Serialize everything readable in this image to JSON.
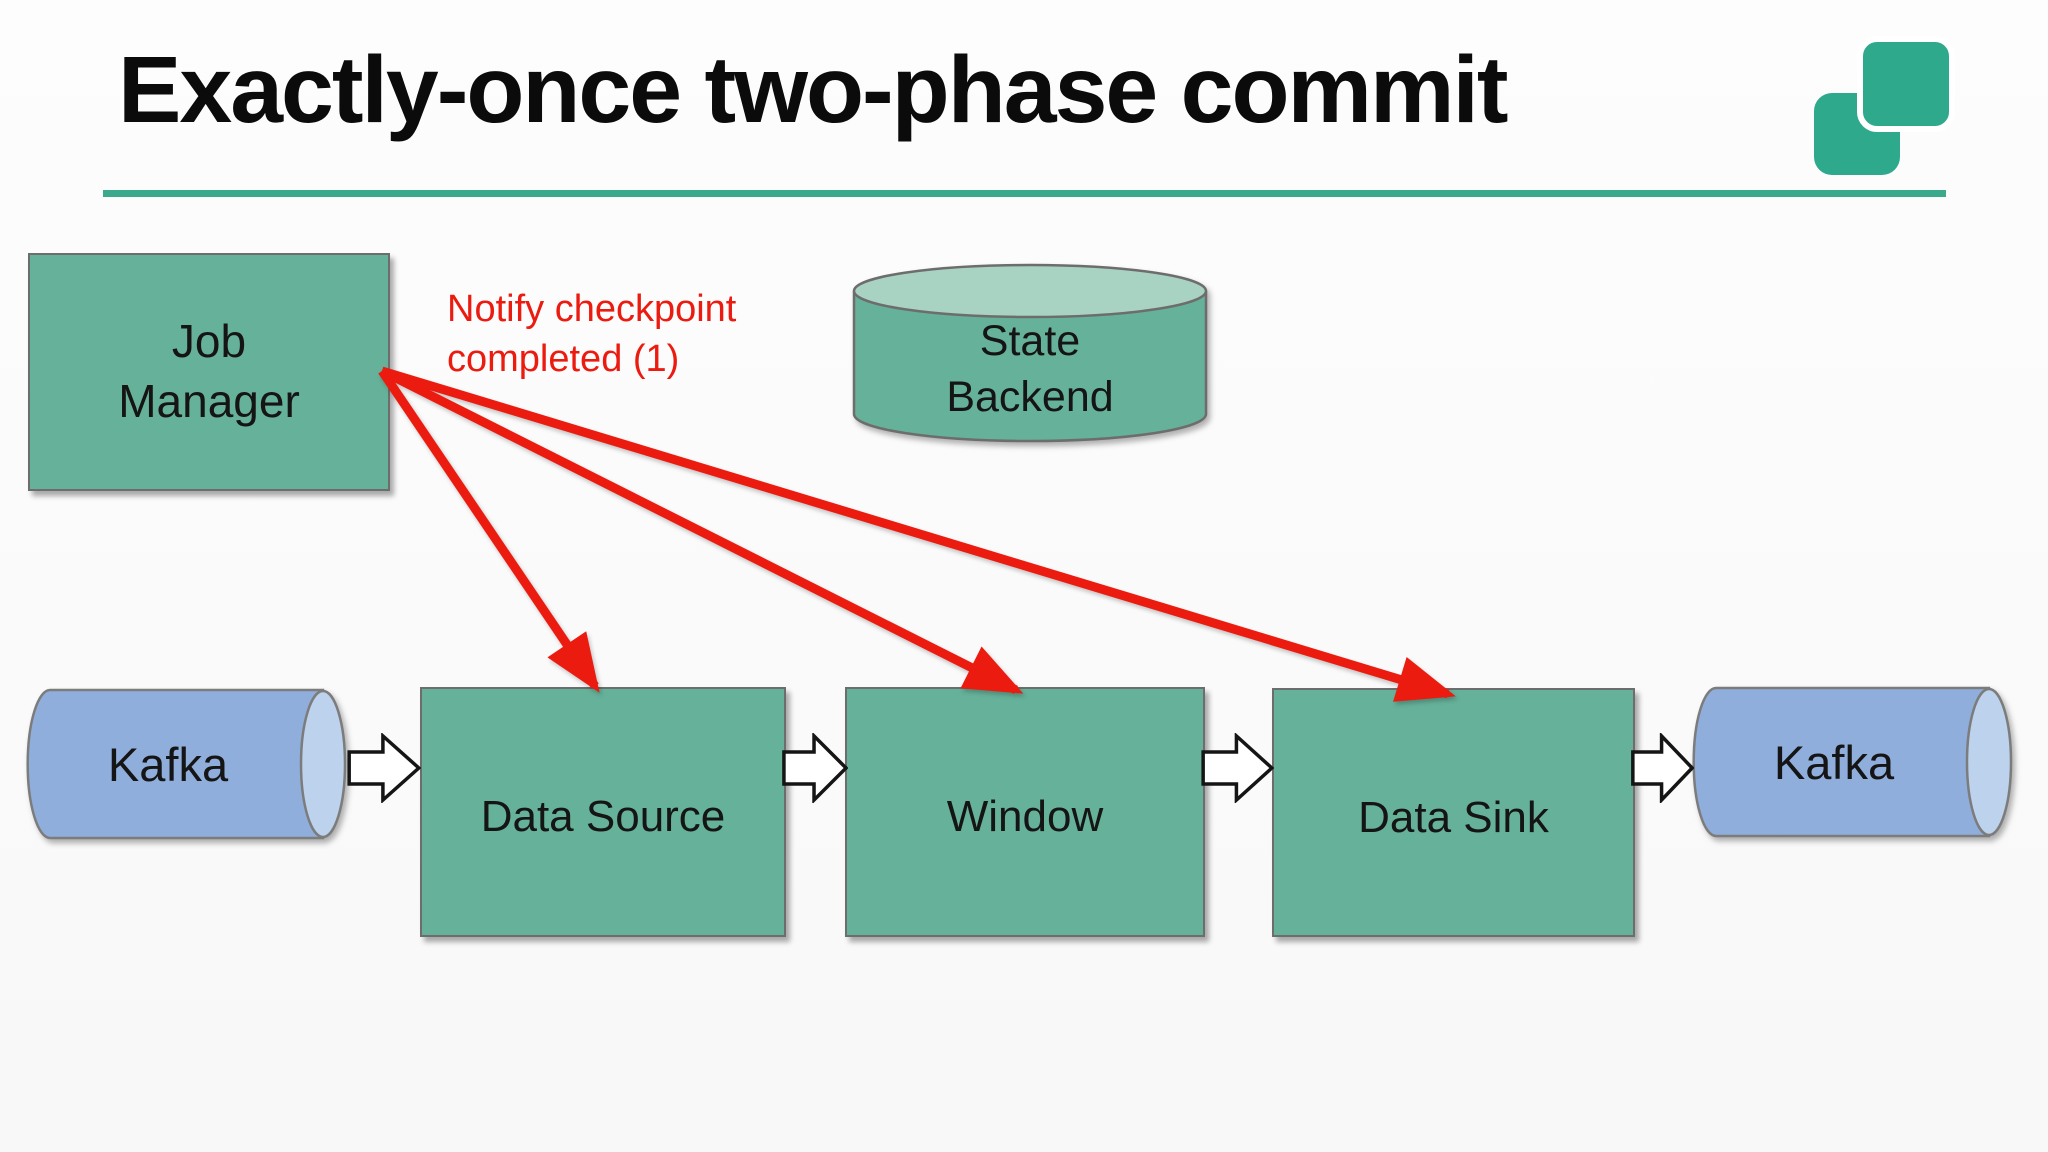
{
  "title": {
    "text": "Exactly-once two-phase commit"
  },
  "annotation": {
    "lines": [
      "Notify checkpoint",
      "completed (1)"
    ]
  },
  "nodes": {
    "job_manager": {
      "lines": [
        "Job",
        "Manager"
      ]
    },
    "state_backend": {
      "lines": [
        "State",
        "Backend"
      ]
    },
    "kafka_in": {
      "label": "Kafka"
    },
    "data_source": {
      "label": "Data Source"
    },
    "window": {
      "label": "Window"
    },
    "data_sink": {
      "label": "Data Sink"
    },
    "kafka_out": {
      "label": "Kafka"
    }
  },
  "icons": {
    "logo": "two-overlapping-rounded-squares",
    "flow_arrow": "white-block-arrow-right",
    "notify_arrow": "red-line-arrow"
  },
  "theme": {
    "accent_green": "#2EA98B",
    "underline_green": "#3BAA8C",
    "shape_green": "#66B199",
    "shape_green_light": "#A8D2C1",
    "shape_blue": "#8FAEDC",
    "shape_blue_light": "#BDD2EC",
    "arrow_red": "#EC1B10"
  }
}
